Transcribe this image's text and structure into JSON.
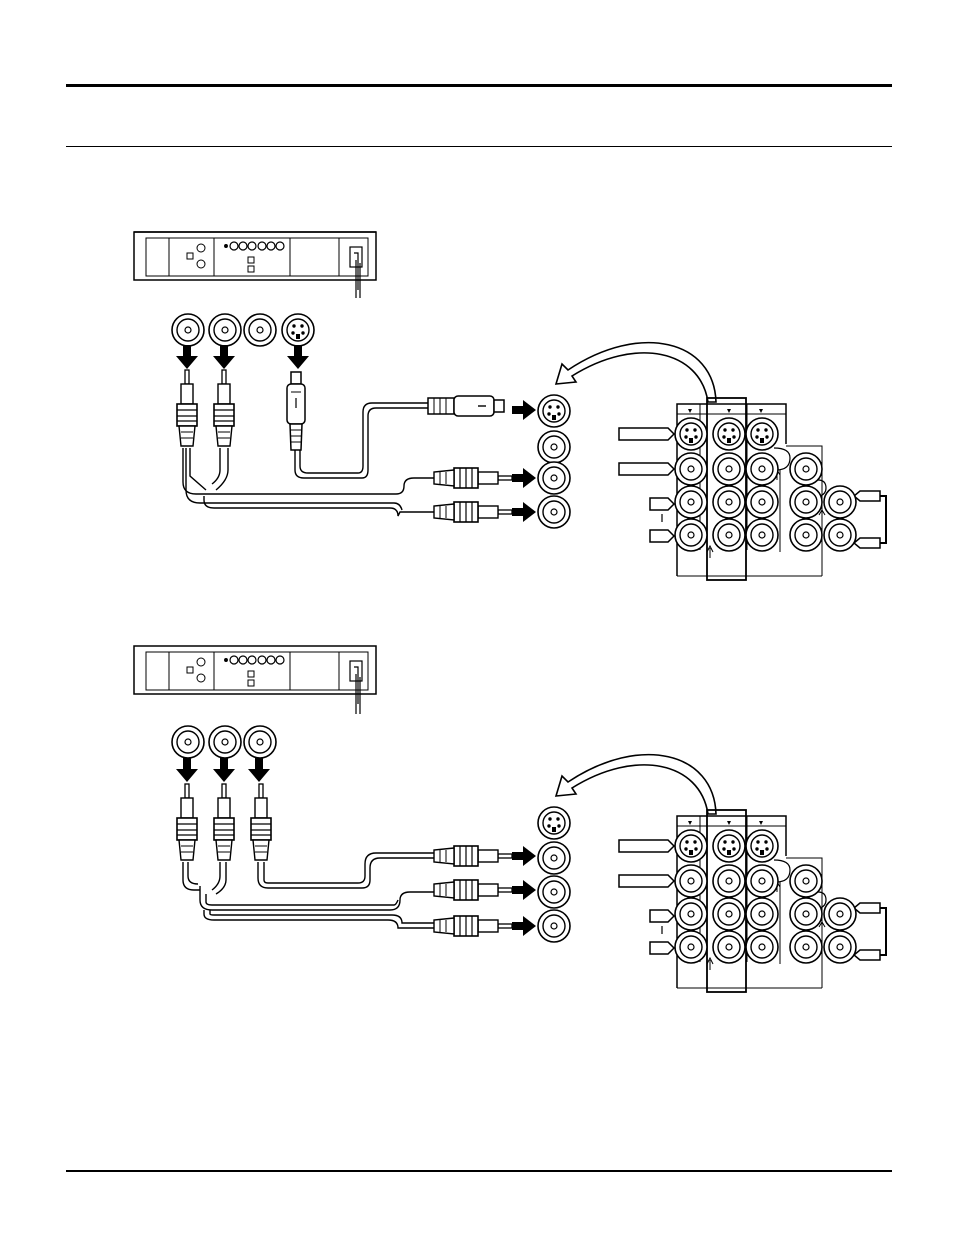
{
  "page": {
    "header_rules": 2,
    "footer_rules": 1
  },
  "diagrams": [
    {
      "id": "svideo-connection",
      "source_device_jacks": [
        "audio-left",
        "audio-right",
        "video",
        "s-video"
      ],
      "tv_jacks": [
        "s-video",
        "video",
        "audio-left",
        "audio-right"
      ],
      "highlighted_input_column": 2,
      "text": ""
    },
    {
      "id": "composite-connection",
      "source_device_jacks": [
        "audio-left",
        "audio-right",
        "video"
      ],
      "tv_jacks": [
        "s-video",
        "video",
        "audio-left",
        "audio-right"
      ],
      "highlighted_input_column": 2,
      "text": ""
    }
  ],
  "colors": {
    "line": "#000000",
    "background": "#ffffff"
  },
  "icons": [
    "rca-plug-icon",
    "s-video-plug-icon",
    "arrow-down-icon",
    "arrow-right-icon",
    "curved-arrow-icon",
    "rca-jack-icon",
    "s-video-jack-icon"
  ]
}
